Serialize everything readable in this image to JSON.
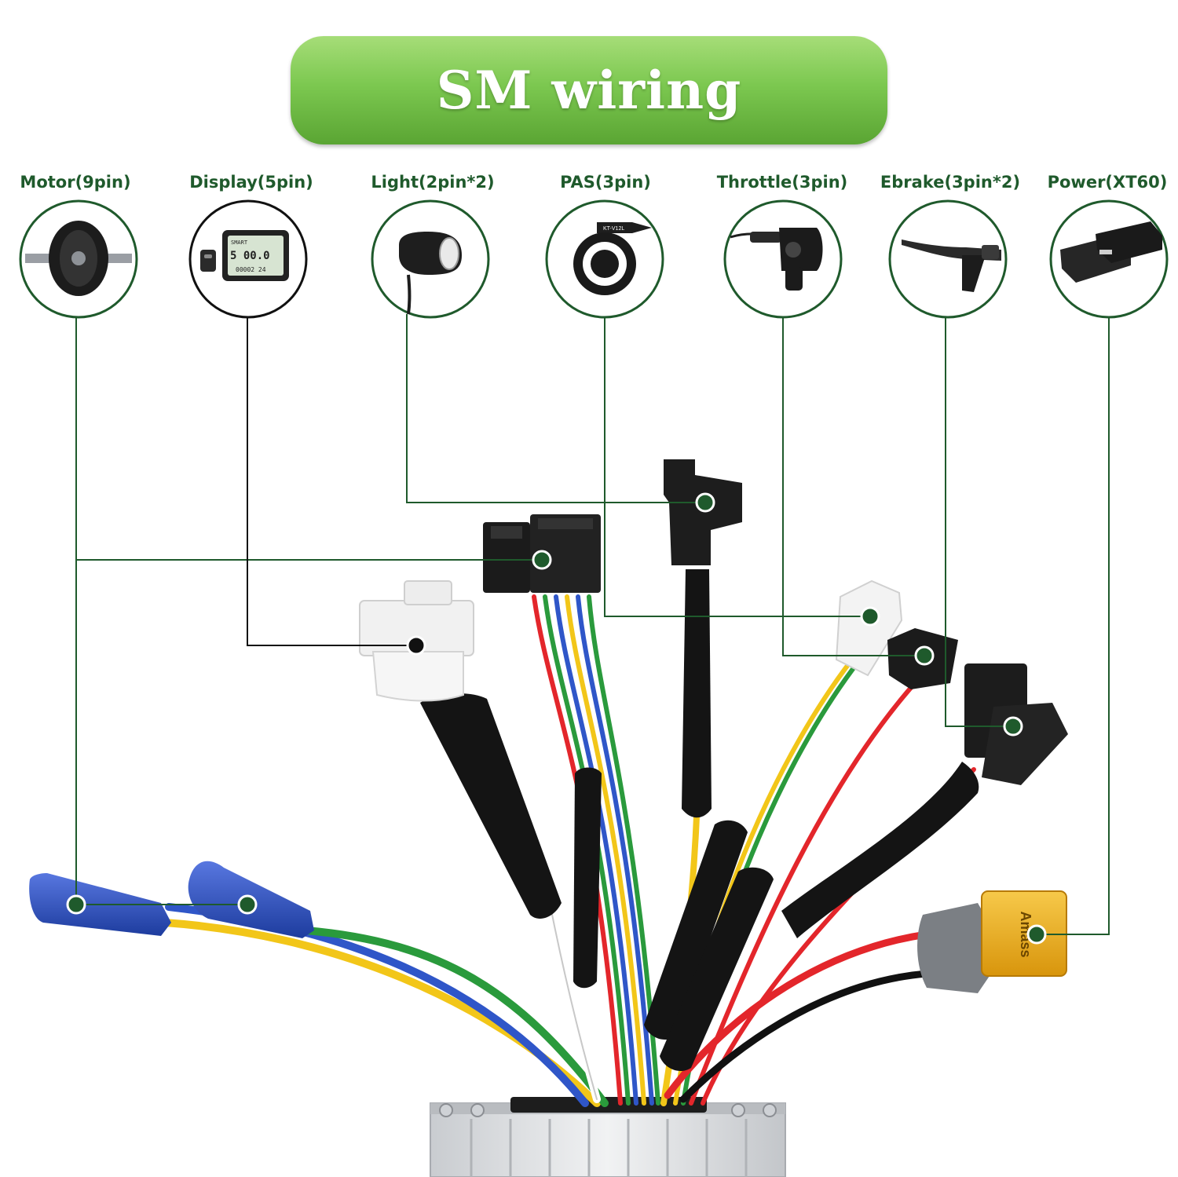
{
  "title": "SM wiring",
  "colors": {
    "line": "#1f5a2c",
    "display_line": "#111111",
    "title_green": "#7cc850",
    "wire_red": "#e3262b",
    "wire_yellow": "#f2c619",
    "wire_green": "#2a9a3c",
    "wire_blue": "#2f56c8",
    "xt60_yellow": "#f2b51c"
  },
  "components": [
    {
      "label": "Motor(9pin)",
      "icon": "hub-motor-icon"
    },
    {
      "label": "Display(5pin)",
      "icon": "lcd-display-icon"
    },
    {
      "label": "Light(2pin*2)",
      "icon": "headlight-icon"
    },
    {
      "label": "PAS(3pin)",
      "icon": "pas-sensor-icon"
    },
    {
      "label": "Throttle(3pin)",
      "icon": "thumb-throttle-icon"
    },
    {
      "label": "Ebrake(3pin*2)",
      "icon": "brake-lever-icon"
    },
    {
      "label": "Power(XT60)",
      "icon": "battery-connector-icon"
    }
  ],
  "display_icon": {
    "mode": "SMART",
    "speed": "5 00.0",
    "odo": "00002 24"
  },
  "pas_icon": {
    "model": "KT-V12L"
  },
  "xt60": {
    "brand": "Amass"
  }
}
